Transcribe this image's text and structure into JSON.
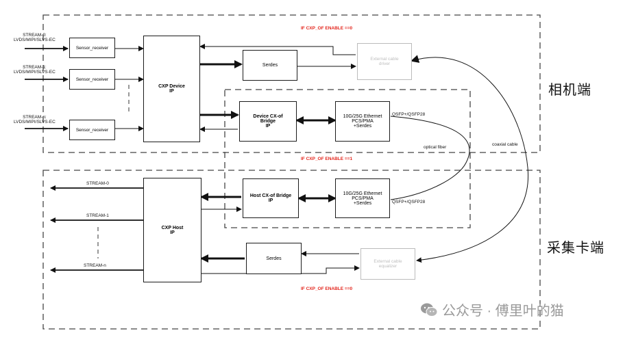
{
  "conditions": {
    "top": "IF CXP_OF  ENABLE ==0",
    "mid": "IF CXP_OF  ENABLE ==1",
    "bottom": "IF CXP_OF  ENABLE ==0"
  },
  "camera": {
    "section_label": "相机端",
    "streams": [
      {
        "line1": "STREAM-0:",
        "line2": "LVDS/MIPI/SLVS-EC"
      },
      {
        "line1": "STREAM-1:",
        "line2": "LVDS/MIPI/SLVS-EC"
      },
      {
        "line1": "STREAM-n:",
        "line2": "LVDS/MIPI/SLVS-EC"
      }
    ],
    "sensor_receiver": "Sensor_receiver",
    "cxp_device": {
      "line1": "CXP Device",
      "line2": "IP"
    },
    "serdes": "Serdes",
    "cable_driver": {
      "line1": "External cable",
      "line2": "driver"
    },
    "cxof_bridge": {
      "line1": "Device CX-of",
      "line2": "Bridge",
      "line3": "IP"
    },
    "ethernet": {
      "line1": "10G/25G Ethernet",
      "line2": "PCS/PMA",
      "line3": "+Serdes"
    },
    "sfp": "QSFP+/QSFP28"
  },
  "host": {
    "section_label": "采集卡端",
    "streams": [
      "STREAM-0",
      "STREAM-1",
      "STREAM-n"
    ],
    "cxp_host": {
      "line1": "CXP Host",
      "line2": "IP"
    },
    "serdes": "Serdes",
    "cable_equalizer": {
      "line1": "External cable",
      "line2": "equalizer"
    },
    "cxof_bridge": {
      "line1": "Host CX-of Bridge",
      "line2": "IP"
    },
    "ethernet": {
      "line1": "10G/25G Ethernet",
      "line2": "PCS/PMA",
      "line3": "+Serdes"
    },
    "sfp": "QSFP+/QSFP28"
  },
  "links": {
    "optical": "optical fiber",
    "coaxial": "coaxial cable"
  },
  "watermark": {
    "text": "公众号 · 傅里叶的猫",
    "icon": "wechat-icon"
  }
}
